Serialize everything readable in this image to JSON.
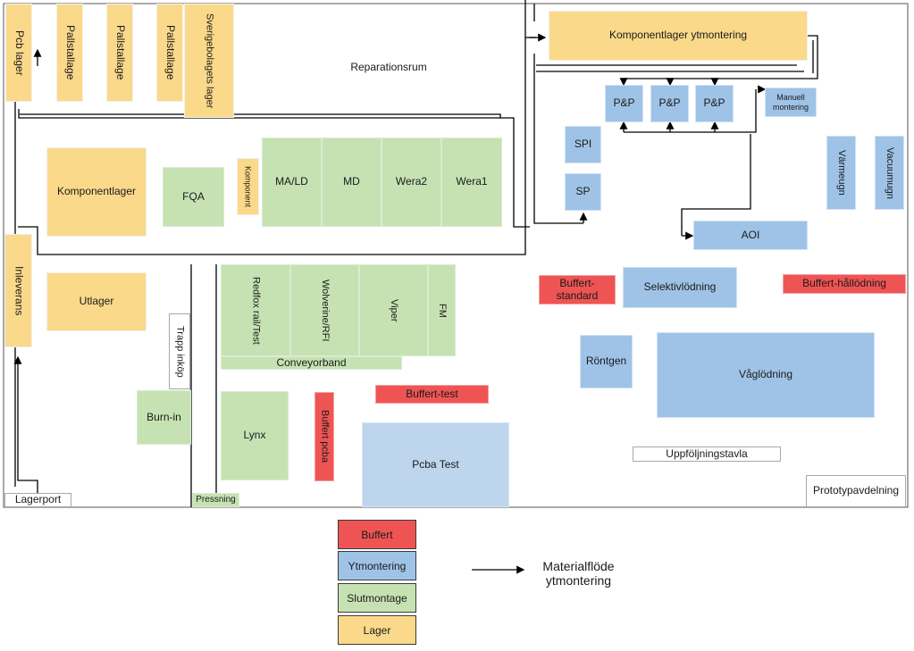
{
  "colors": {
    "lager": "#fbd98a",
    "slutmontage": "#c6e2b3",
    "ytmontering": "#9fc3e7",
    "buffert": "#ef5454"
  },
  "areas": {
    "pcb_lager": "Pcb lager",
    "pallstallage_1": "Pallstallage",
    "pallstallage_2": "Pallstallage",
    "pallstallage_3": "Pallstallage",
    "sverigebolagets_lager": "Sverigebolagets lager",
    "reparationsrum": "Reparationsrum",
    "komponentlager_ytmontering": "Komponentlager ytmontering",
    "pp_1": "P&P",
    "pp_2": "P&P",
    "pp_3": "P&P",
    "manuell_montering": "Manuell montering",
    "spi": "SPI",
    "sp": "SP",
    "komponentlager": "Komponentlager",
    "fqa": "FQA",
    "komponent": "Komponent",
    "ma_ld": "MA/LD",
    "md": "MD",
    "wera2": "Wera2",
    "wera1": "Wera1",
    "varmeugn": "Värmeugn",
    "vacuumugn": "Vacuumugn",
    "aoi": "AOI",
    "inleverans": "Inleverans",
    "utlager": "Utlager",
    "redfox": "Redfox rail/Test",
    "wolverine": "Wolverine/RFI",
    "viper": "Viper",
    "fm": "FM",
    "conveyorband": "Conveyorband",
    "trapp_inkop": "Trapp inköp",
    "buffert_standard": "Buffert-standard",
    "selektivlodning": "Selektivlödning",
    "buffert_hallodning": "Buffert-hållödning",
    "rontgen": "Röntgen",
    "vaglodning": "Våglödning",
    "buffert_test": "Buffert-test",
    "burn_in": "Burn-in",
    "lynx": "Lynx",
    "buffert_pcba": "Buffert pcba",
    "pcba_test": "Pcba Test",
    "uppfoljningstavla": "Uppföljningstavla",
    "prototypavdelning": "Prototypavdelning",
    "lagerport": "Lagerport",
    "pressning": "Pressning"
  },
  "legend": {
    "items": [
      {
        "label": "Buffert",
        "color": "#ef5454"
      },
      {
        "label": "Ytmontering",
        "color": "#9fc3e7"
      },
      {
        "label": "Slutmontage",
        "color": "#c6e2b3"
      },
      {
        "label": "Lager",
        "color": "#fbd98a"
      }
    ],
    "flow_label_line1": "Materialflöde",
    "flow_label_line2": "ytmontering"
  }
}
